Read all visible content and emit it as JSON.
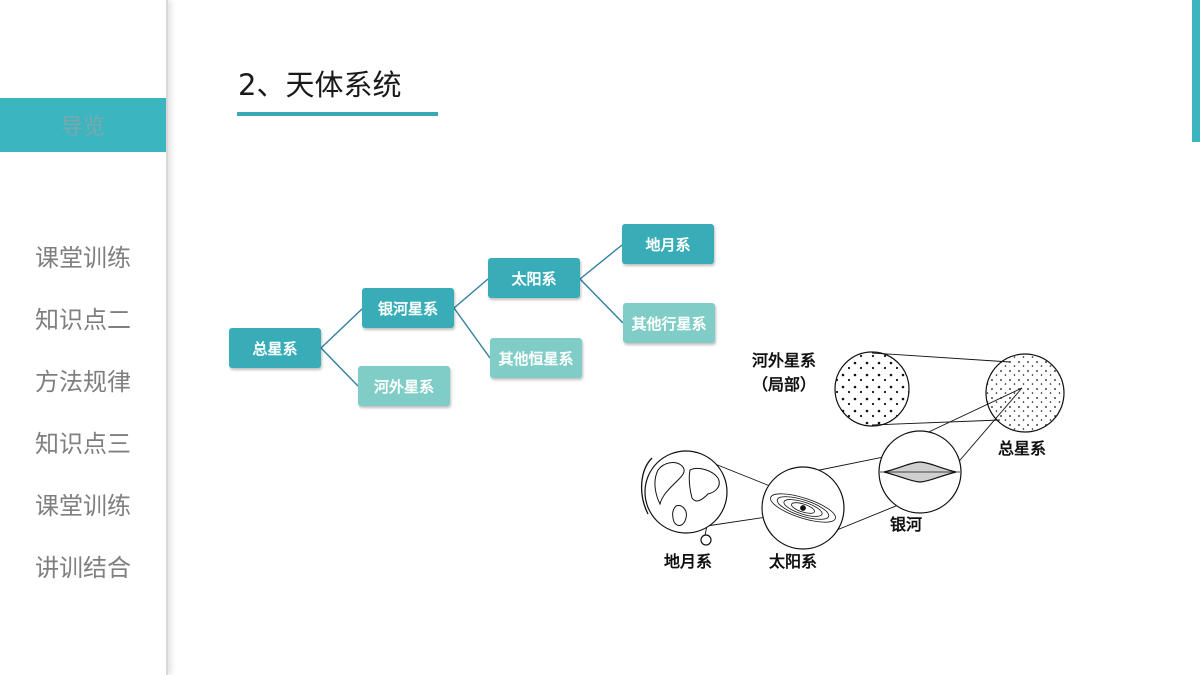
{
  "sidebar": {
    "title": "导览",
    "items": [
      {
        "label": "课堂训练"
      },
      {
        "label": "知识点二"
      },
      {
        "label": "方法规律"
      },
      {
        "label": "知识点三"
      },
      {
        "label": "课堂训练"
      },
      {
        "label": "讲训结合"
      }
    ]
  },
  "header": {
    "title": "2、天体系统"
  },
  "colors": {
    "accent": "#3bb5c0",
    "node_dark": "#39adb8",
    "node_light": "#7fcdc6",
    "connector": "#2f7fa0"
  },
  "tree": {
    "root": "总星系",
    "milky_way": "银河星系",
    "other_galaxies": "河外星系",
    "solar_system": "太阳系",
    "other_stars": "其他恒星系",
    "earth_moon": "地月系",
    "other_planets": "其他行星系"
  },
  "illustration": {
    "label_extragalactic": "河外星系",
    "label_extragalactic_note": "（局部）",
    "label_universe": "总星系",
    "label_galaxy": "银河",
    "label_earth_moon": "地月系",
    "label_solar": "太阳系"
  }
}
